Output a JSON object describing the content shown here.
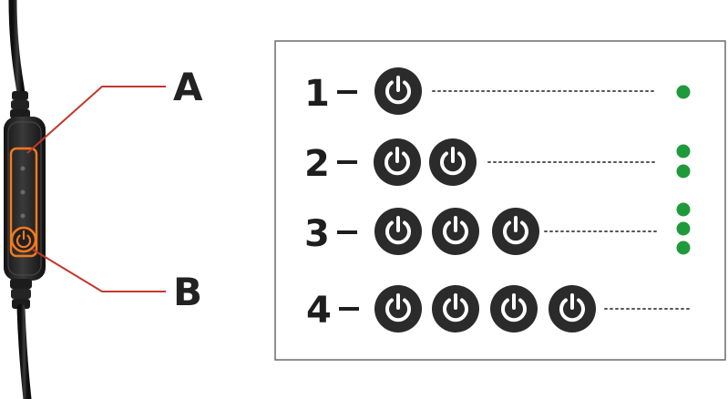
{
  "callouts": [
    {
      "letter": "A",
      "target": "indicator-lights"
    },
    {
      "letter": "B",
      "target": "power-button"
    }
  ],
  "steps": [
    {
      "number": "1",
      "dash": "–",
      "presses": 1,
      "lights": 1
    },
    {
      "number": "2",
      "dash": "–",
      "presses": 2,
      "lights": 2
    },
    {
      "number": "3",
      "dash": "–",
      "presses": 3,
      "lights": 3
    },
    {
      "number": "4",
      "dash": "–",
      "presses": 4,
      "lights": 0
    }
  ],
  "icons": {
    "press": "power-icon",
    "light": "green-led"
  },
  "colors": {
    "callout_line": "#c0392b",
    "button_orange": "#f07a1f",
    "cable": "#1c1c1c",
    "controller": "#262626",
    "power_circle": "#2b2b2b",
    "power_symbol": "#ffffff",
    "led_green": "#1f9a3a",
    "panel_border": "#6b6b6b"
  }
}
